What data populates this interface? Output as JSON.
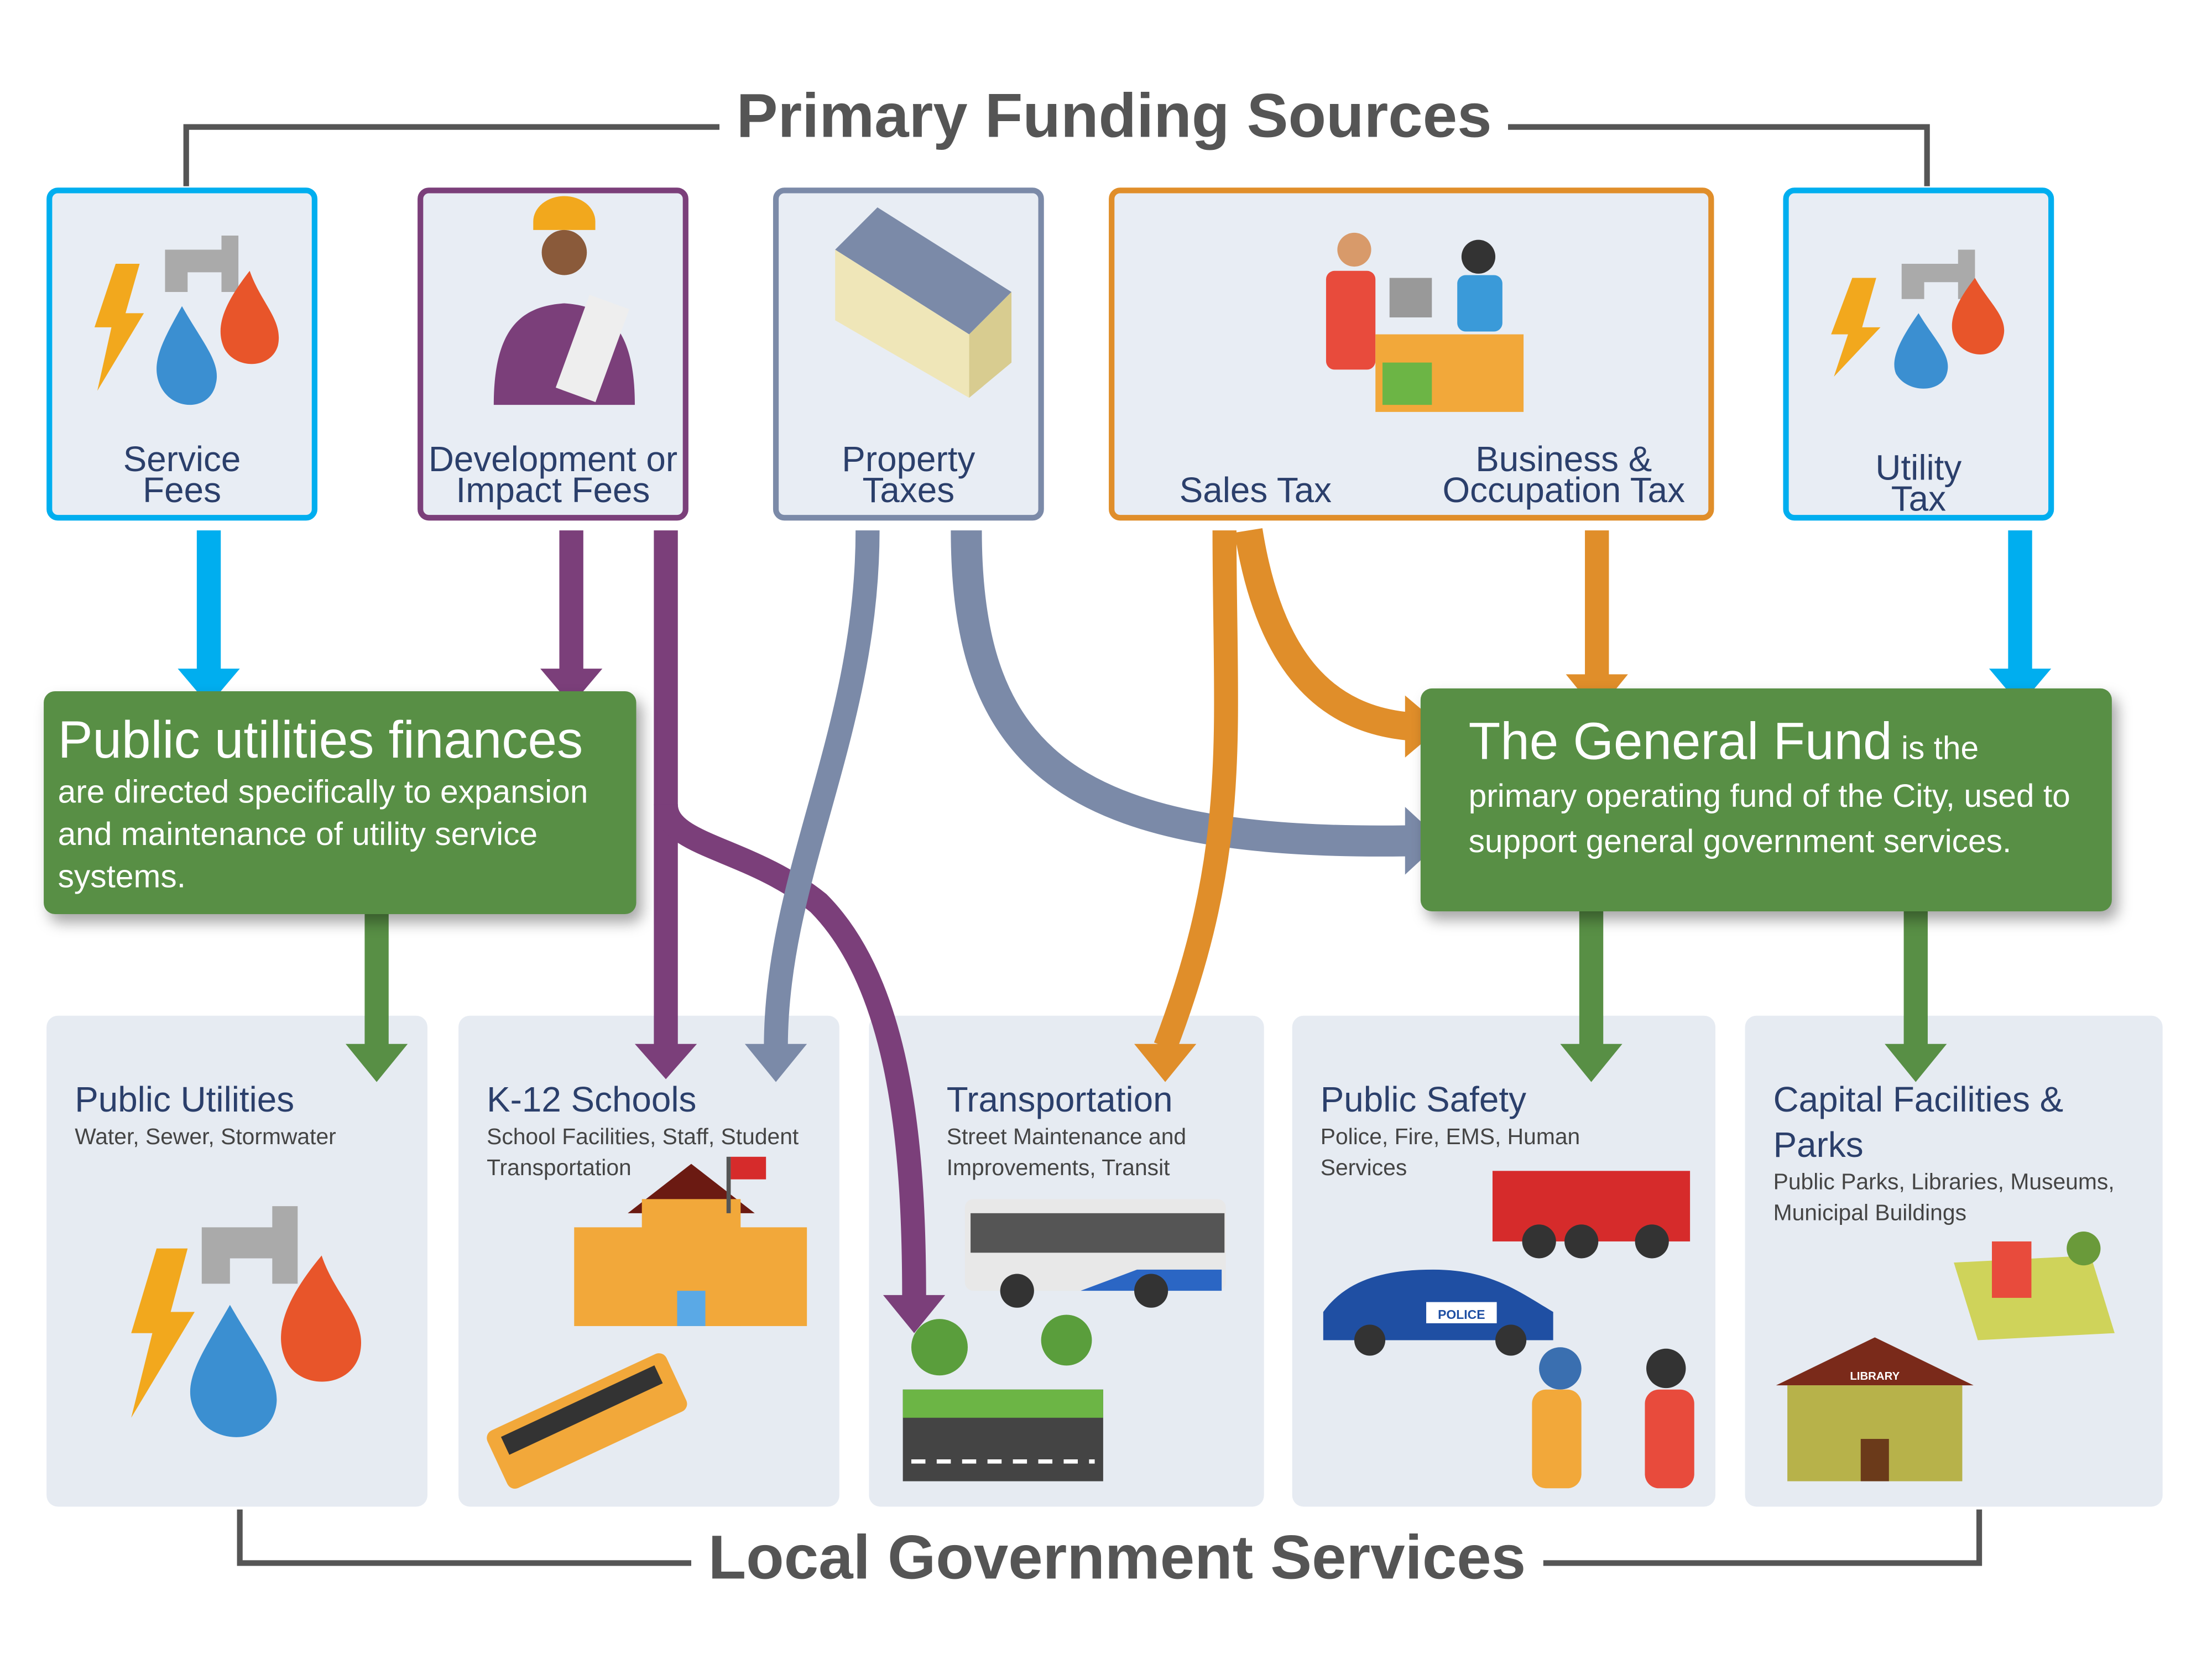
{
  "top_title": "Primary Funding Sources",
  "bottom_title": "Local Government Services",
  "sources": {
    "service_fees": "Service Fees",
    "development_fees": "Development or Impact Fees",
    "property_taxes": "Property Taxes",
    "sales_tax": "Sales Tax",
    "business_tax": "Business & Occupation Tax",
    "utility_tax": "Utility Tax"
  },
  "funds": {
    "public_utilities": {
      "heading": "Public utilities finances",
      "body": "are directed specifically to expansion and maintenance of utility service systems."
    },
    "general_fund": {
      "heading": "The General Fund",
      "heading_suffix": " is the",
      "body": "primary operating fund of the City, used to support general government services."
    }
  },
  "services": [
    {
      "title": "Public Utilities",
      "desc": "Water, Sewer, Stormwater"
    },
    {
      "title": "K-12 Schools",
      "desc": "School Facilities, Staff, Student Transportation"
    },
    {
      "title": "Transportation",
      "desc": "Street Maintenance and Improvements, Transit"
    },
    {
      "title": "Public Safety",
      "desc": "Police, Fire, EMS, Human Services"
    },
    {
      "title": "Capital Facilities & Parks",
      "desc": "Public Parks, Libraries, Museums, Municipal Buildings"
    }
  ],
  "icon_labels": {
    "police": "POLICE",
    "library": "LIBRARY"
  },
  "colors": {
    "blue": "#00aeef",
    "purple": "#7b3f7a",
    "slate": "#7b8aa8",
    "orange": "#e08e2a",
    "green": "#588f45",
    "navy": "#2b3f6b"
  }
}
